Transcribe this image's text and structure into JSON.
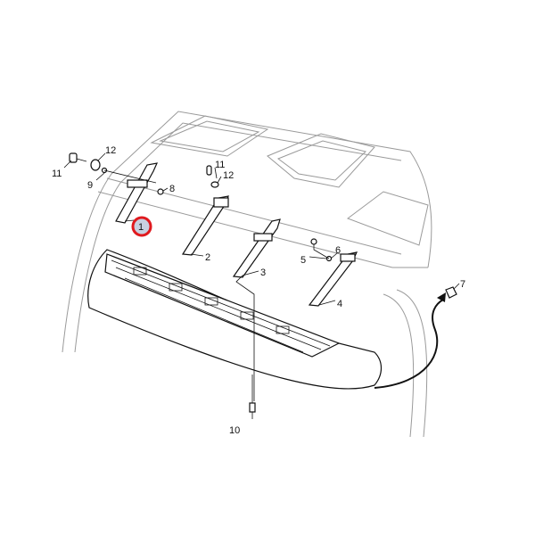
{
  "diagram": {
    "highlight_color": "#e0191e",
    "highlight_fill": "#c8d0e0",
    "callouts": [
      {
        "id": "c11a",
        "text": "11"
      },
      {
        "id": "c12a",
        "text": "12"
      },
      {
        "id": "c9",
        "text": "9"
      },
      {
        "id": "c8",
        "text": "8"
      },
      {
        "id": "c1",
        "text": "1",
        "highlighted": true
      },
      {
        "id": "c11b",
        "text": "11"
      },
      {
        "id": "c12b",
        "text": "12"
      },
      {
        "id": "c2",
        "text": "2"
      },
      {
        "id": "c3",
        "text": "3"
      },
      {
        "id": "c5",
        "text": "5"
      },
      {
        "id": "c6",
        "text": "6"
      },
      {
        "id": "c4",
        "text": "4"
      },
      {
        "id": "c7",
        "text": "7"
      },
      {
        "id": "c10",
        "text": "10"
      }
    ]
  }
}
